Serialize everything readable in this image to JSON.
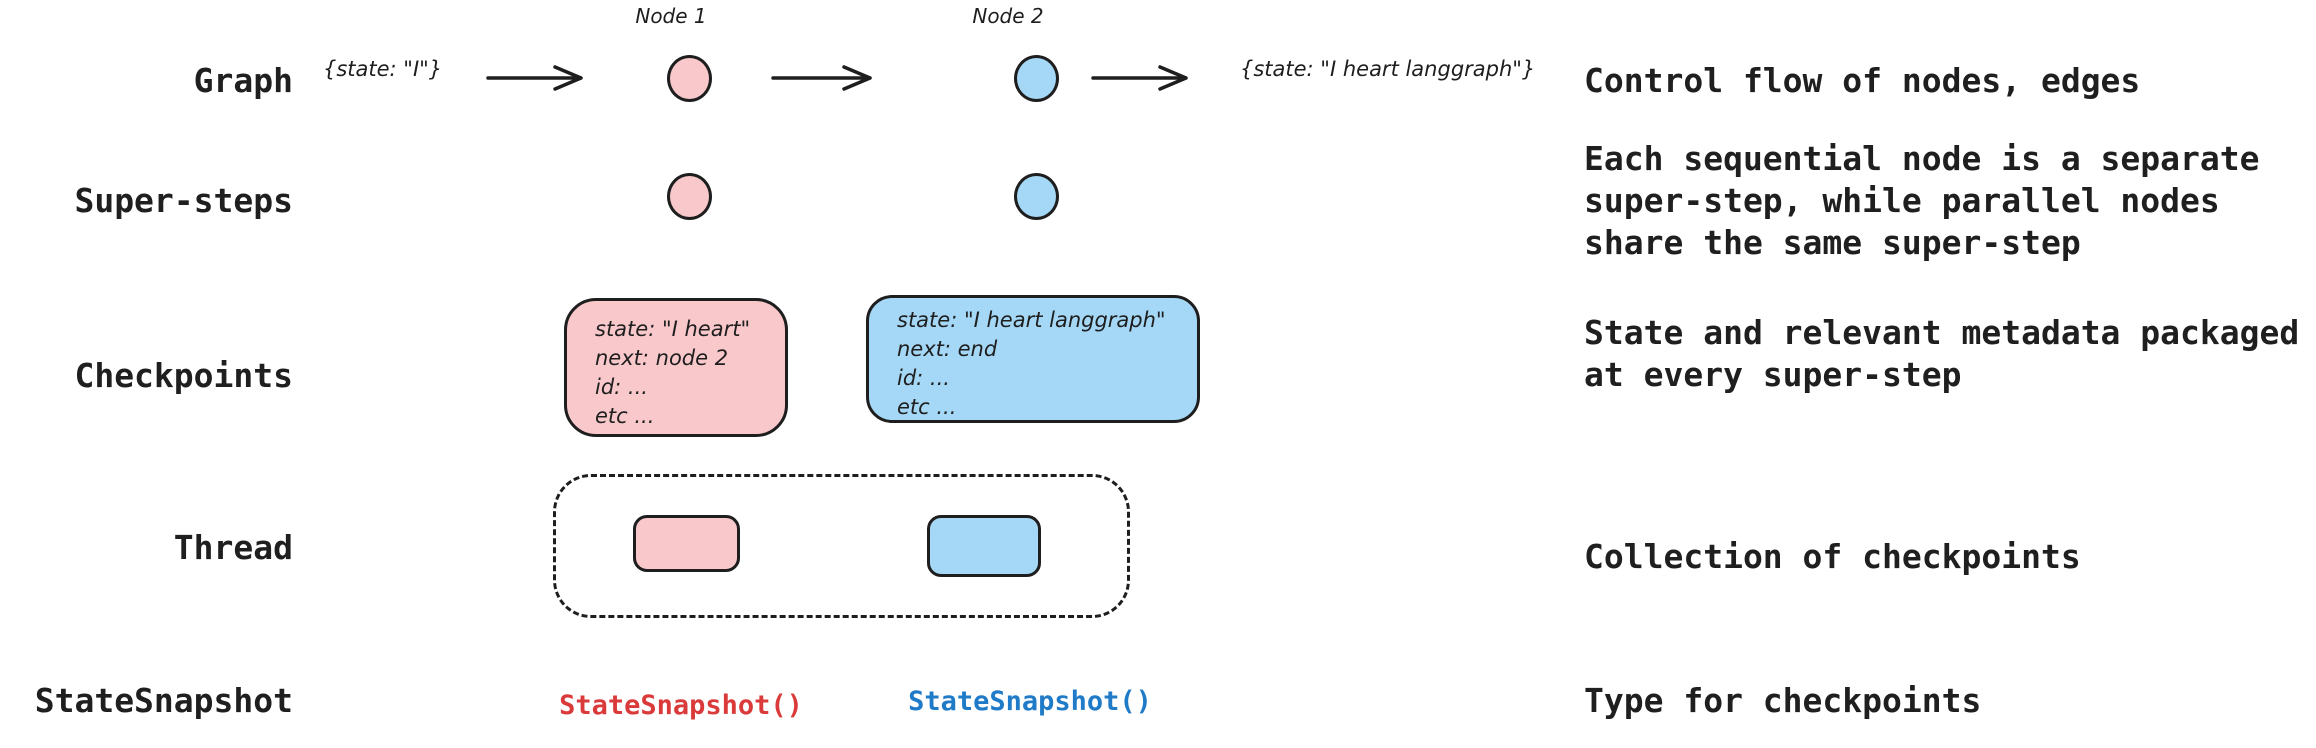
{
  "palette": {
    "ink": "#1e1e1e",
    "node_pink_fill": "#f8c8cb",
    "node_blue_fill": "#a5d8f6",
    "code_red": "#db3a3a",
    "code_blue": "#1f7ac8",
    "background": "#ffffff"
  },
  "rows": [
    {
      "label": "Graph",
      "description": "Control flow of nodes, edges"
    },
    {
      "label": "Super-steps",
      "description": "Each sequential node is a separate\nsuper-step, while parallel nodes\nshare the same super-step"
    },
    {
      "label": "Checkpoints",
      "description": "State and relevant metadata packaged\nat every super-step"
    },
    {
      "label": "Thread",
      "description": "Collection of checkpoints"
    },
    {
      "label": "StateSnapshot",
      "description": "Type for checkpoints"
    }
  ],
  "graph_flow": {
    "input_state": "{state: \"I\"}",
    "nodes": [
      {
        "label": "Node 1"
      },
      {
        "label": "Node 2"
      }
    ],
    "output_state": "{state: \"I heart langgraph\"}"
  },
  "checkpoints": {
    "node1_card": "state: \"I heart\"\nnext: node 2\nid: ...\netc ...",
    "node2_card": "state: \"I heart langgraph\"\nnext: end\nid: ...\netc ..."
  },
  "state_snapshots": {
    "node1_call": "StateSnapshot()",
    "node2_call": "StateSnapshot()"
  }
}
